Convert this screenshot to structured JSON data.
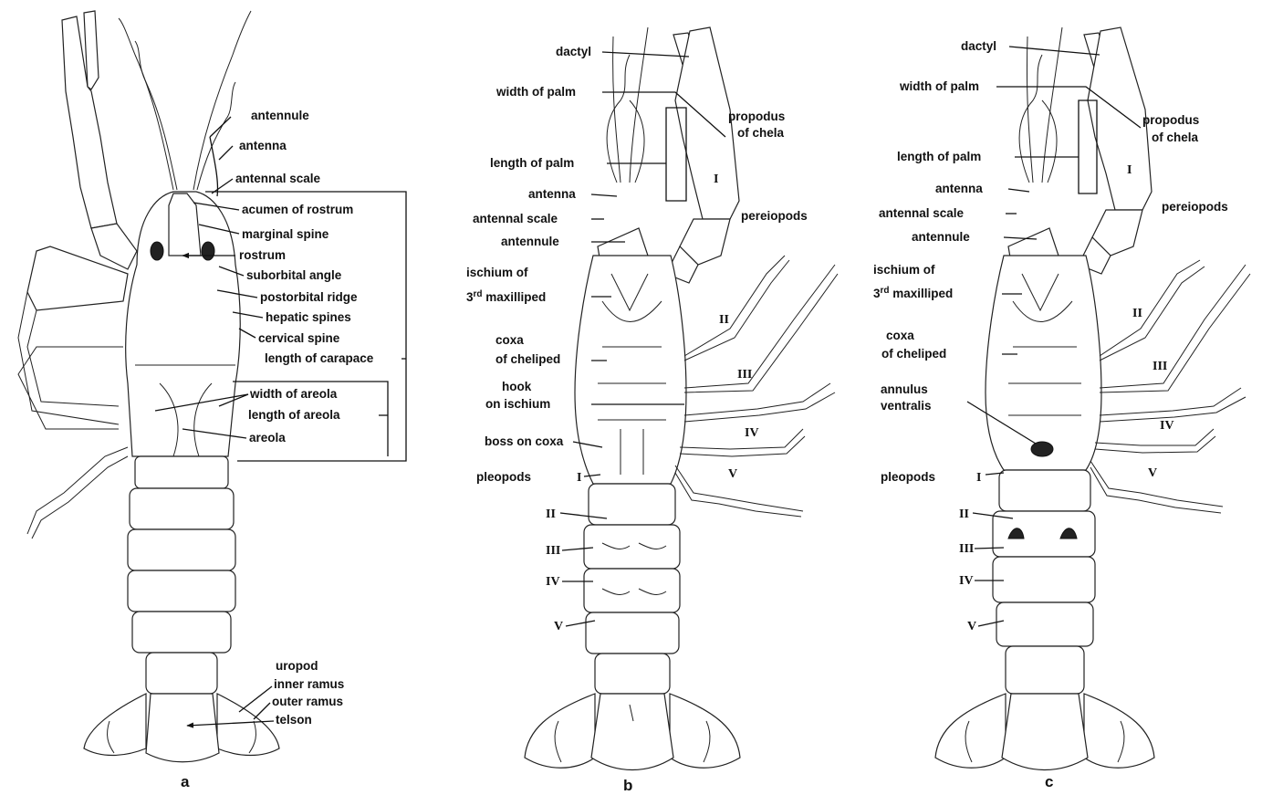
{
  "panels": {
    "a": "a",
    "b": "b",
    "c": "c"
  },
  "panel_a": {
    "labels": {
      "antennule": "antennule",
      "antenna": "antenna",
      "antennal_scale": "antennal scale",
      "acumen": "acumen of rostrum",
      "marginal_spine": "marginal spine",
      "rostrum": "rostrum",
      "suborbital_angle": "suborbital angle",
      "postorbital_ridge": "postorbital ridge",
      "hepatic_spines": "hepatic spines",
      "cervical_spine": "cervical spine",
      "length_of_carapace": "length of carapace",
      "width_of_areola": "width of areola",
      "length_of_areola": "length of areola",
      "areola": "areola",
      "uropod": "uropod",
      "inner_ramus": "inner ramus",
      "outer_ramus": "outer ramus",
      "telson": "telson"
    }
  },
  "panel_b": {
    "labels": {
      "dactyl": "dactyl",
      "width_of_palm": "width of palm",
      "propodus_1": "propodus",
      "propodus_2": "of chela",
      "length_of_palm": "length of palm",
      "antenna": "antenna",
      "antennal_scale": "antennal scale",
      "antennule": "antennule",
      "pereiopods": "pereiopods",
      "ischium_1": "ischium of",
      "ischium_2_prefix": "3",
      "ischium_2_sup": "rd",
      "ischium_2_suffix": " maxilliped",
      "coxa_1": "coxa",
      "coxa_2": "of cheliped",
      "hook_1": "hook",
      "hook_2": "on ischium",
      "boss": "boss on coxa",
      "pleopods": "pleopods"
    },
    "pereiopod_numerals": [
      "I",
      "II",
      "III",
      "IV",
      "V"
    ],
    "pleopod_numerals": [
      "I",
      "II",
      "III",
      "IV",
      "V"
    ]
  },
  "panel_c": {
    "labels": {
      "dactyl": "dactyl",
      "width_of_palm": "width of palm",
      "propodus_1": "propodus",
      "propodus_2": "of chela",
      "length_of_palm": "length of palm",
      "antenna": "antenna",
      "antennal_scale": "antennal scale",
      "antennule": "antennule",
      "pereiopods": "pereiopods",
      "ischium_1": "ischium of",
      "ischium_2_prefix": "3",
      "ischium_2_sup": "rd",
      "ischium_2_suffix": " maxilliped",
      "coxa_1": "coxa",
      "coxa_2": "of cheliped",
      "annulus_1": "annulus",
      "annulus_2": "ventralis",
      "pleopods": "pleopods"
    },
    "pereiopod_numerals": [
      "I",
      "II",
      "III",
      "IV",
      "V"
    ],
    "pleopod_numerals": [
      "I",
      "II",
      "III",
      "IV",
      "V"
    ]
  }
}
